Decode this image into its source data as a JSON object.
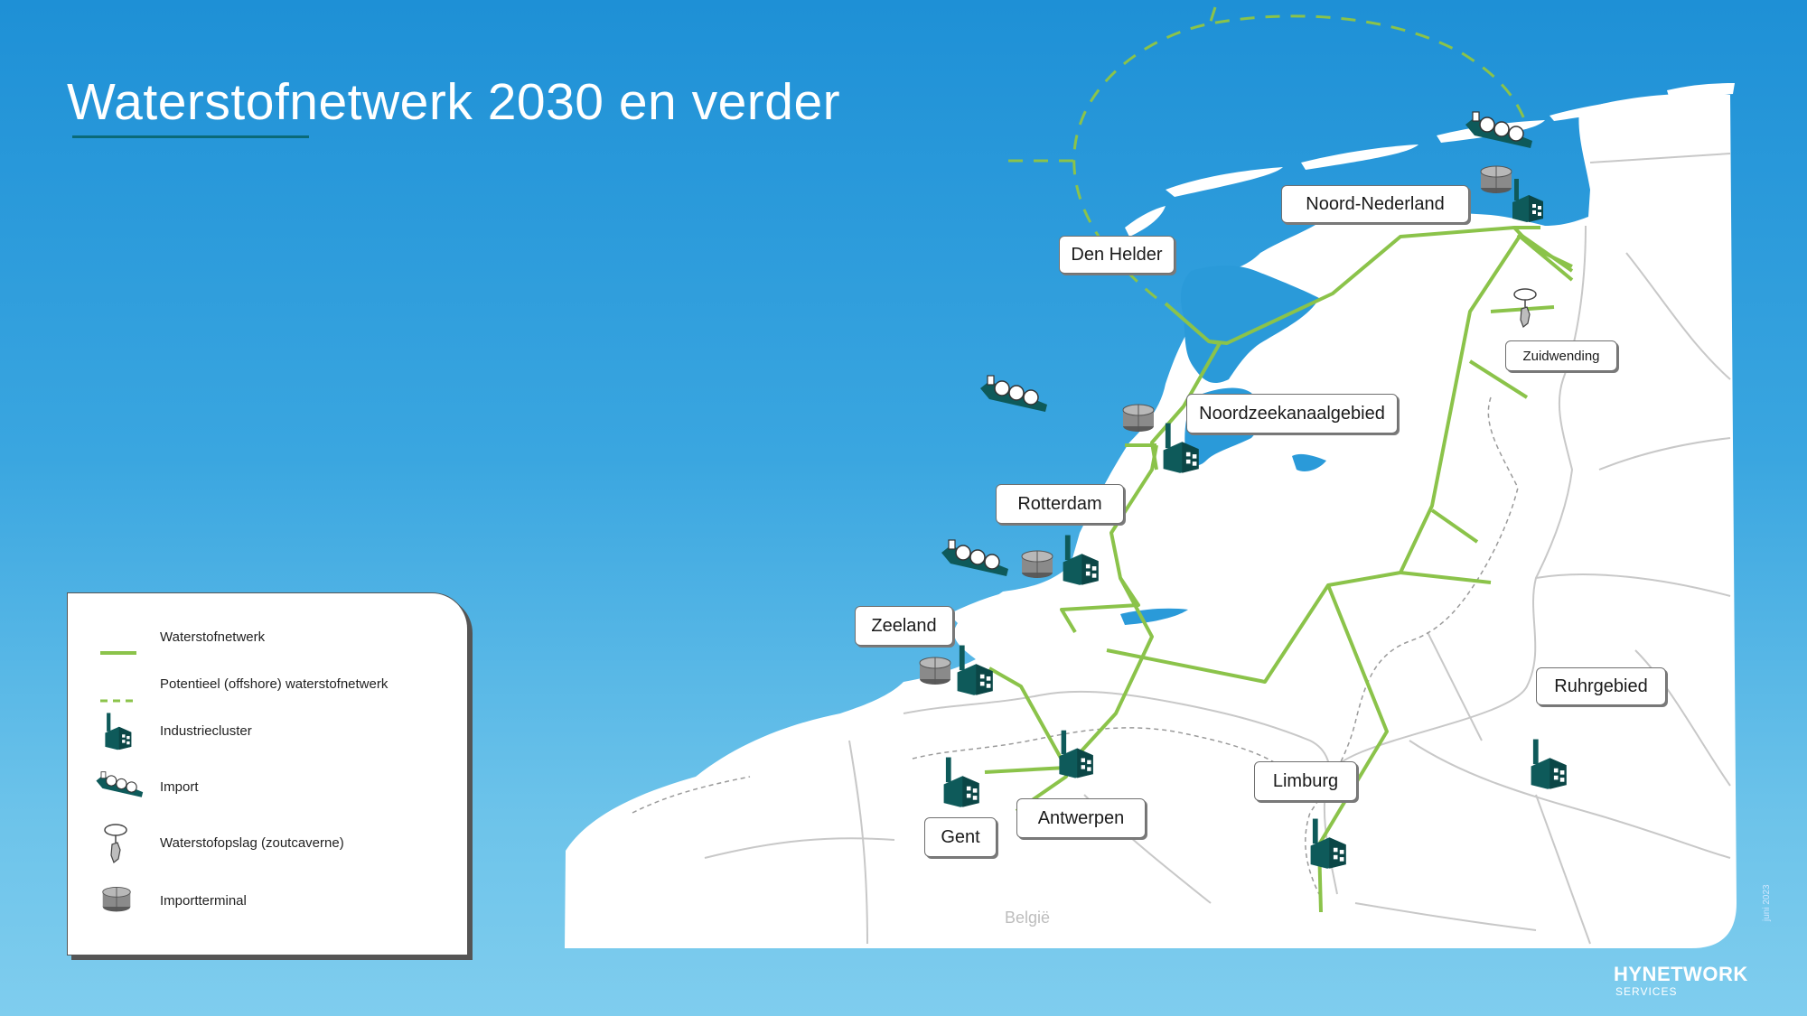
{
  "title": "Waterstofnetwerk 2030 en verder",
  "colors": {
    "network": "#8bc34a",
    "industry": "#0e5a5a",
    "land": "#ffffff",
    "sea": "#2f9fde",
    "borders": "#c8c8c8"
  },
  "regions": {
    "noord_nederland": "Noord-Nederland",
    "den_helder": "Den Helder",
    "zuidwending": "Zuidwending",
    "noordzeekanaalgebied": "Noordzeekanaalgebied",
    "rotterdam": "Rotterdam",
    "zeeland": "Zeeland",
    "ruhrgebied": "Ruhrgebied",
    "limburg": "Limburg",
    "antwerpen": "Antwerpen",
    "gent": "Gent",
    "belgie": "België"
  },
  "legend": {
    "items": [
      {
        "label": "Waterstofnetwerk",
        "icon": "solid-line-icon"
      },
      {
        "label": "Potentieel (offshore) waterstofnetwerk",
        "icon": "dashed-line-icon"
      },
      {
        "label": "Industriecluster",
        "icon": "factory-icon"
      },
      {
        "label": "Import",
        "icon": "ship-icon"
      },
      {
        "label": "Waterstofopslag (zoutcaverne)",
        "icon": "salt-cavern-icon"
      },
      {
        "label": "Importterminal",
        "icon": "tank-icon"
      }
    ]
  },
  "date": "juni 2023",
  "logo": {
    "name": "HYNETWORK",
    "sub": "SERVICES"
  }
}
